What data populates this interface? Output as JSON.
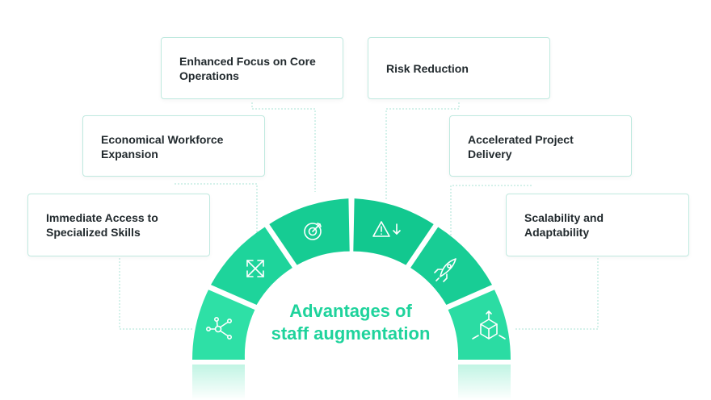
{
  "diagram": {
    "title_line1": "Advantages of",
    "title_line2": "staff augmentation",
    "colors": {
      "accent": "#1fd39c",
      "segment_light": "#2ee0a6",
      "segment_dark": "#0fc48b",
      "card_border": "#bfe9df",
      "text": "#222a2e"
    },
    "cards": [
      {
        "line1": "Immediate Access to",
        "line2": "Specialized Skills",
        "icon": "network-icon"
      },
      {
        "line1": "Economical Workforce",
        "line2": "Expansion",
        "icon": "expand-arrows-icon"
      },
      {
        "line1": "Enhanced Focus on Core",
        "line2": "Operations",
        "icon": "target-icon"
      },
      {
        "line1": "Risk Reduction",
        "line2": "",
        "icon": "warning-down-icon"
      },
      {
        "line1": "Accelerated Project",
        "line2": "Delivery",
        "icon": "rocket-icon"
      },
      {
        "line1": "Scalability and",
        "line2": "Adaptability",
        "icon": "scale-cube-icon"
      }
    ]
  }
}
